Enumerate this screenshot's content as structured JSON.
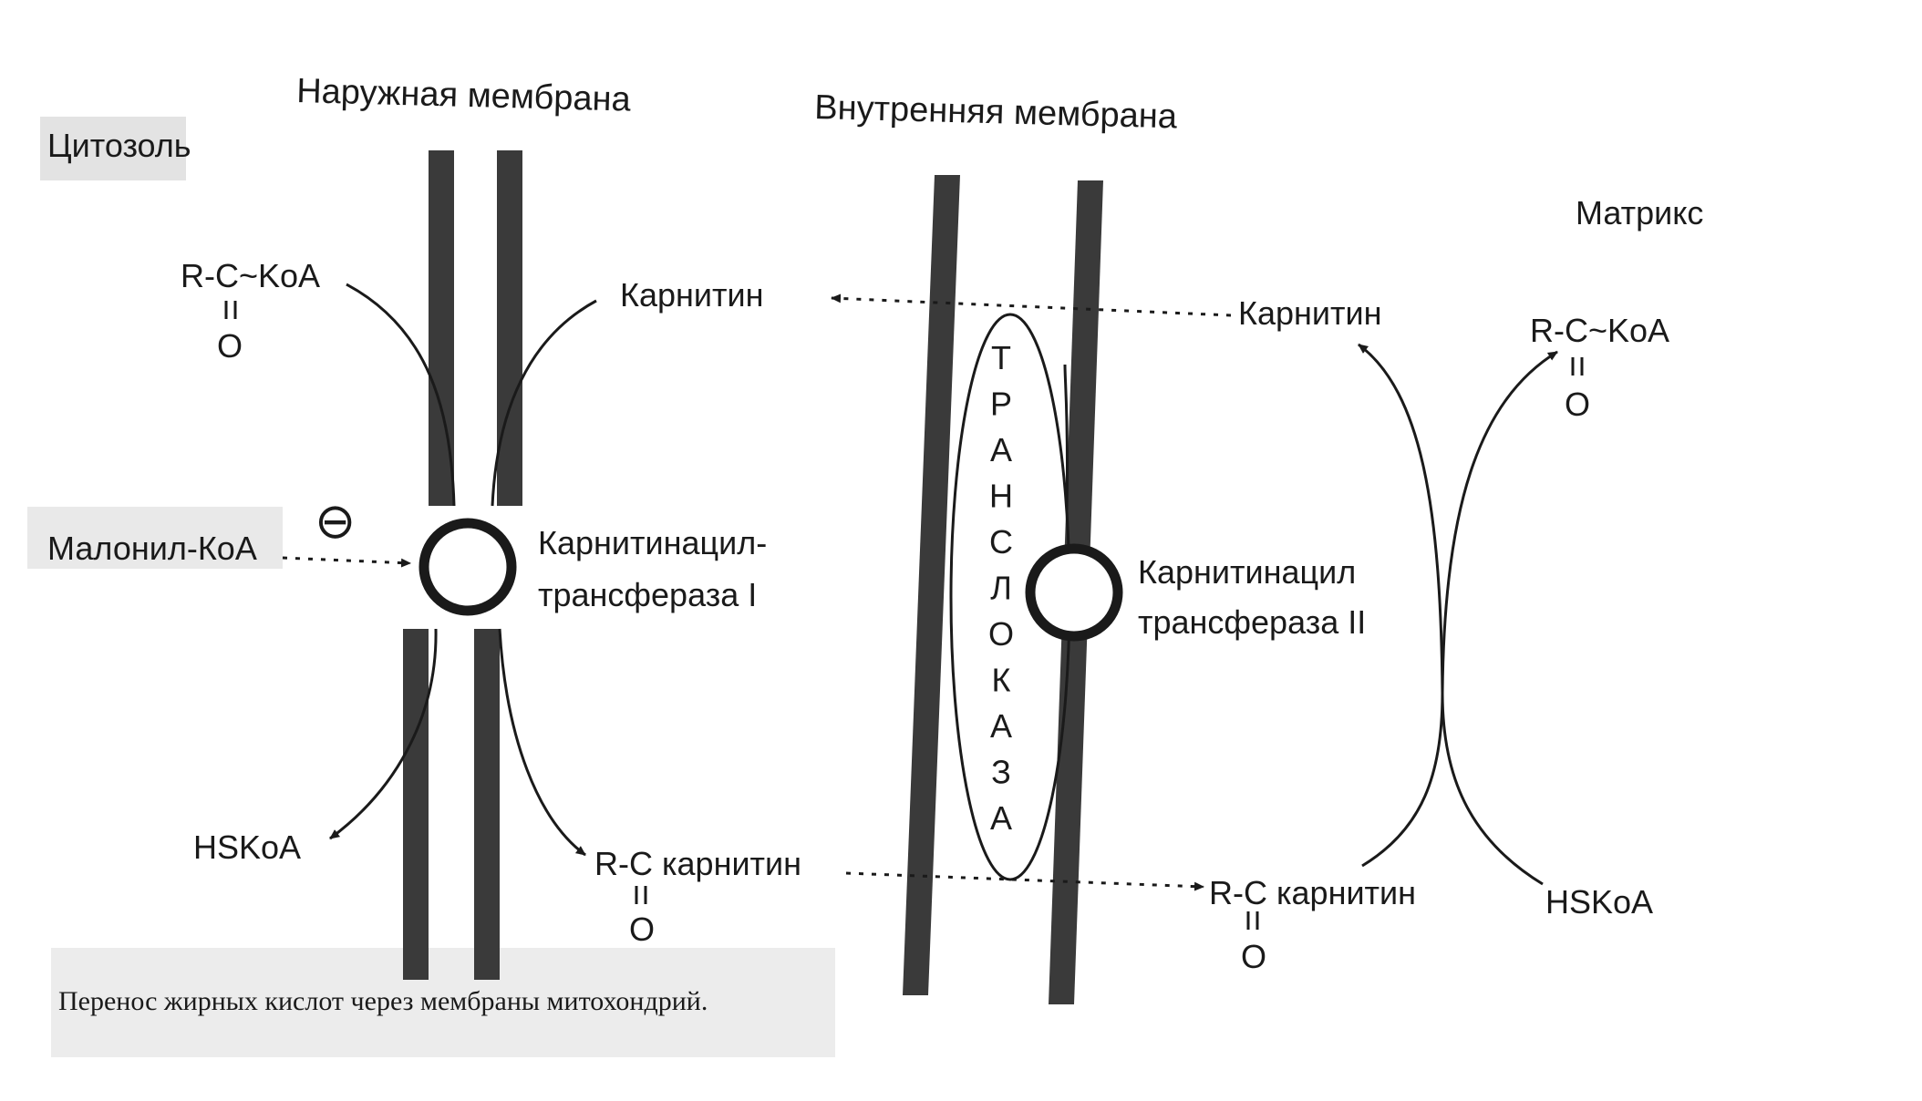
{
  "labels": {
    "outer_membrane": "Наружная мембрана",
    "inner_membrane": "Внутренняя мембрана",
    "cytosol": "Цитозоль",
    "matrix": "Матрикс",
    "acyl_coa_cytosol_top": "R-C~KoA",
    "acyl_coa_cytosol_o": "O",
    "carnitine_cytosol": "Карнитин",
    "carnitine_matrix": "Карнитин",
    "acyl_coa_matrix_top": "R-C~KoA",
    "acyl_coa_matrix_o": "O",
    "malonyl_coa": "Малонил-КоА",
    "inhibition_sign": "⊖",
    "cpt1_line1": "Карнитинацил-",
    "cpt1_line2": "трансфераза I",
    "cpt2_line1": "Карнитинацил",
    "cpt2_line2": "трансфераза II",
    "hskoa_cytosol": "HSKoA",
    "hskoa_matrix": "HSKoA",
    "acylcarnitine_ims_top": "R-C карнитин",
    "acylcarnitine_ims_o": "O",
    "acylcarnitine_matrix_top": "R-C карнитин",
    "acylcarnitine_matrix_o": "O",
    "translocase": [
      "Т",
      "Р",
      "А",
      "Н",
      "С",
      "Л",
      "О",
      "К",
      "А",
      "З",
      "А"
    ]
  },
  "caption": "Перенос  жирных кислот через мембраны митохондрий.",
  "colors": {
    "membrane": "#3a3a3a",
    "text": "#1a1a1a",
    "label_bg": "#e3e3e3"
  }
}
